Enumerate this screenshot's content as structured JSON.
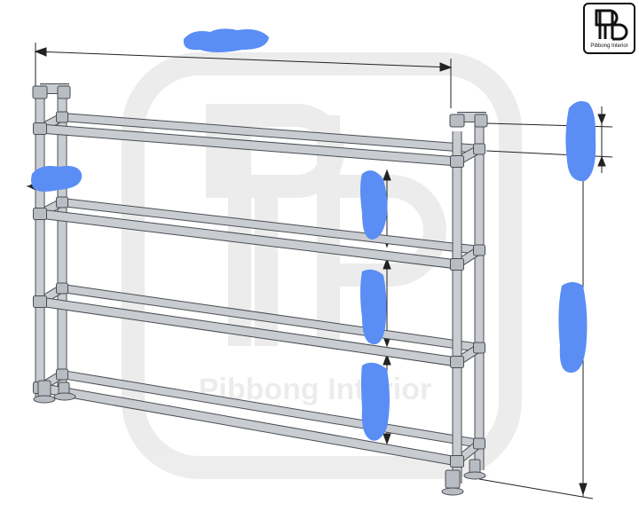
{
  "brand": {
    "logo_caption": "Pibbong Interior",
    "watermark_text": "Pibbong Interior"
  },
  "colors": {
    "pipe": "#c9cdd2",
    "pipe_edge": "#4a4d52",
    "fitting": "#b8bdc3",
    "dimension_line": "#222222",
    "redaction": "#5a8ef5"
  },
  "dimension_labels": {
    "overall_width": "",
    "top_offset": "",
    "overall_height": "",
    "shelf_gap_1": "",
    "shelf_gap_2": "",
    "shelf_gap_3": "",
    "shelf_depth": ""
  },
  "structure": {
    "shelf_count": 4,
    "upright_count": 4
  }
}
